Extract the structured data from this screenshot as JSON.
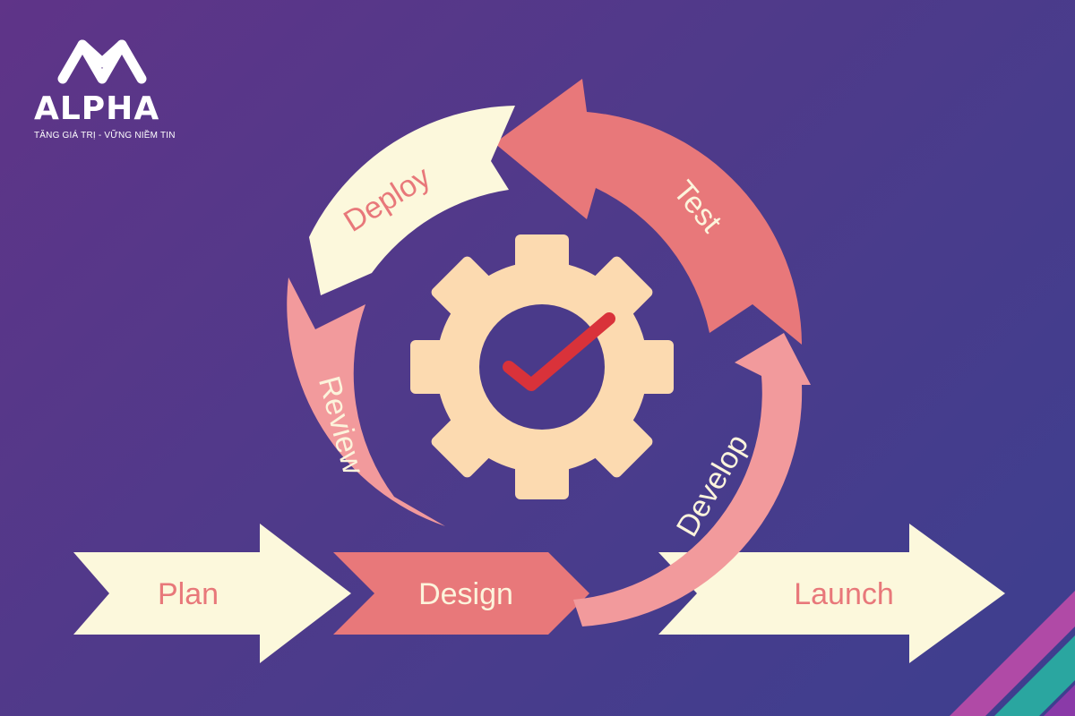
{
  "brand": {
    "name": "ALPHA",
    "tagline": "TĂNG GIÁ TRỊ - VỮNG NIỀM TIN"
  },
  "stages": {
    "plan": "Plan",
    "design": "Design",
    "develop": "Develop",
    "test": "Test",
    "deploy": "Deploy",
    "review": "Review",
    "launch": "Launch"
  },
  "colors": {
    "cream": "#fcf8dc",
    "coral": "#e8787a",
    "pink": "#f29a9c",
    "gear": "#fcdab0",
    "check": "#d9323a",
    "label_dark": "#e8787a",
    "label_light": "#fcf4dc"
  }
}
